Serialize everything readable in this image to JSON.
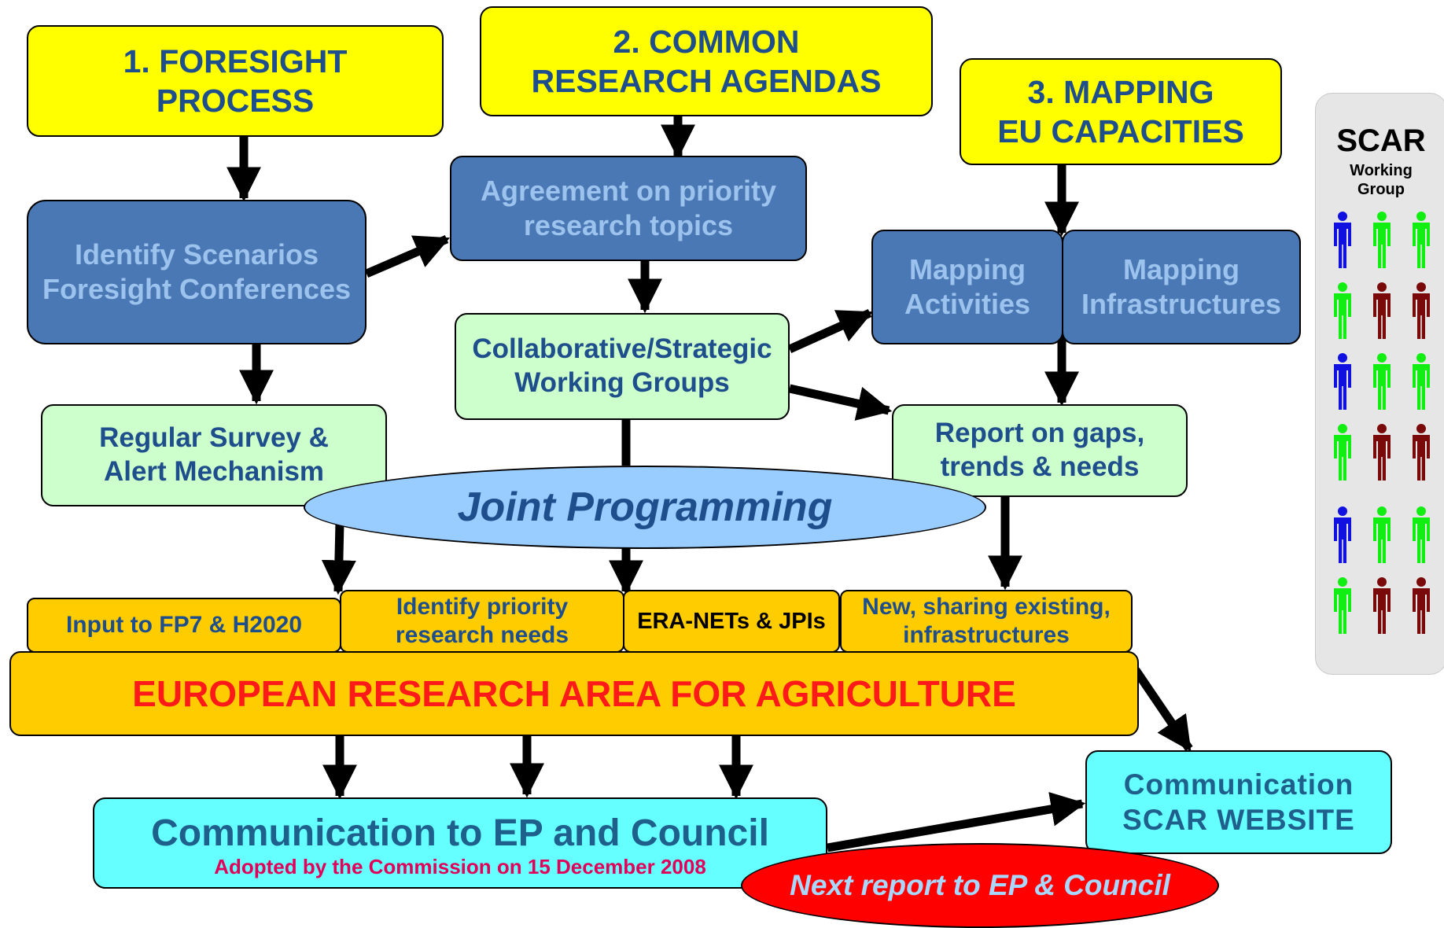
{
  "boxes": {
    "foresight_process": [
      "1. FORESIGHT",
      "PROCESS"
    ],
    "common_research_agendas": [
      "2. COMMON",
      "RESEARCH AGENDAS"
    ],
    "mapping_eu_capacities": [
      "3. MAPPING",
      "EU CAPACITIES"
    ],
    "identify_scenarios": [
      "Identify Scenarios",
      "Foresight Conferences"
    ],
    "agreement_priority": [
      "Agreement on priority",
      "research topics"
    ],
    "mapping_activities": [
      "Mapping",
      "Activities"
    ],
    "mapping_infrastructures": [
      "Mapping",
      "Infrastructures"
    ],
    "collaborative_groups": [
      "Collaborative/Strategic",
      "Working Groups"
    ],
    "regular_survey": [
      "Regular Survey &",
      "Alert Mechanism"
    ],
    "report_gaps": [
      "Report on gaps,",
      "trends & needs"
    ],
    "joint_programming": "Joint Programming",
    "input_fp7": "Input to FP7 & H2020",
    "identify_priority_needs": [
      "Identify priority",
      "research needs"
    ],
    "era_nets": "ERA-NETs & JPIs",
    "new_sharing": [
      "New, sharing existing,",
      "infrastructures"
    ],
    "european_research_area": "EUROPEAN RESEARCH AREA FOR AGRICULTURE",
    "communication_ep": "Communication to EP and Council",
    "adopted_note": "Adopted by the Commission on 15 December 2008",
    "communication_scar": [
      "Communication",
      "SCAR WEBSITE"
    ],
    "next_report": "Next report to EP & Council"
  },
  "scar_panel": {
    "title": "SCAR",
    "subtitle": [
      "Working",
      "Group"
    ],
    "people_colors": [
      [
        "blue",
        "green",
        "green"
      ],
      [
        "green",
        "darkred",
        "darkred"
      ],
      [
        "blue",
        "green",
        "green"
      ],
      [
        "green",
        "darkred",
        "darkred"
      ],
      [
        "blue",
        "green",
        "green"
      ],
      [
        "green",
        "darkred",
        "darkred"
      ]
    ]
  },
  "colors": {
    "blue": "#1010e0",
    "green": "#11ee11",
    "darkred": "#7a0a0a",
    "title_blue": "#1f4e8c",
    "era_red": "#ff1a1a",
    "adopted_pink": "#e0005a"
  }
}
